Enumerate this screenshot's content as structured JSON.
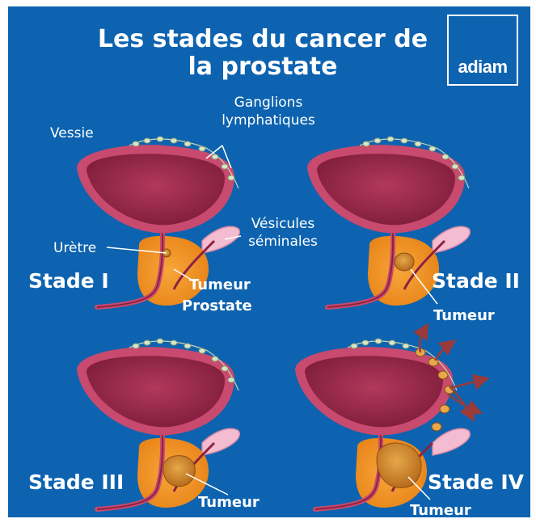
{
  "title": {
    "line1": "Les stades du cancer de",
    "line2": "la prostate"
  },
  "logo": {
    "text": "adiam"
  },
  "labels": {
    "vessie": "Vessie",
    "ganglions_line1": "Ganglions",
    "ganglions_line2": "lymphatiques",
    "vesicules_line1": "Vésicules",
    "vesicules_line2": "séminales",
    "uretre": "Urètre",
    "tumeur": "Tumeur",
    "prostate": "Prostate"
  },
  "stages": [
    {
      "name": "Stade I",
      "tumor_label": "Tumeur"
    },
    {
      "name": "Stade II",
      "tumor_label": "Tumeur"
    },
    {
      "name": "Stade III",
      "tumor_label": "Tumeur"
    },
    {
      "name": "Stade IV",
      "tumor_label": "Tumeur"
    }
  ],
  "colors": {
    "background": "#0d63b0",
    "bladder_wall": "#c84a6e",
    "bladder_inner": "#8c2241",
    "prostate": "#f39a2d",
    "tumor": "#d98a2a",
    "vesicles": "#f4bcd0",
    "lymph_node": "#d8e6c8",
    "metastasis_arrow": "#9b3a3a"
  }
}
